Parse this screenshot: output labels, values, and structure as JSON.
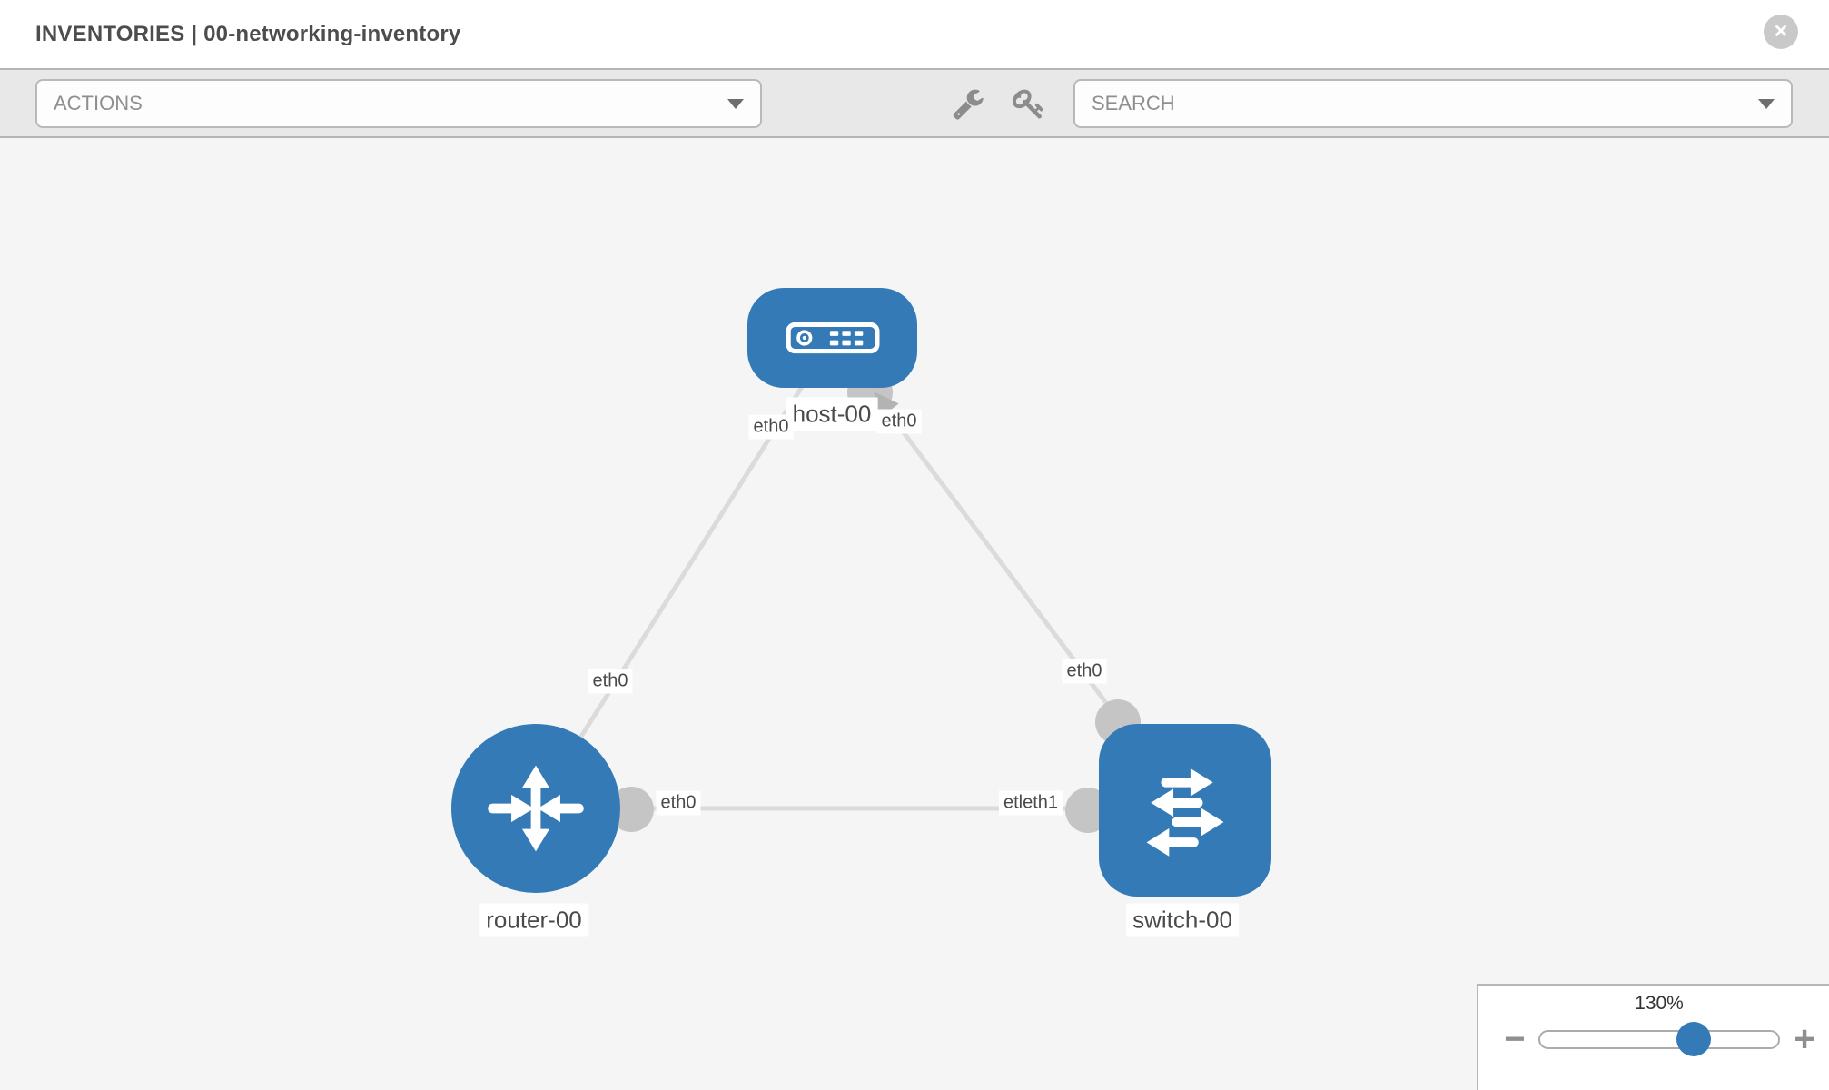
{
  "header": {
    "title": "INVENTORIES | 00-networking-inventory"
  },
  "toolbar": {
    "actions_placeholder": "ACTIONS",
    "search_placeholder": "SEARCH"
  },
  "icons": {
    "close_glyph": "✕"
  },
  "topology": {
    "nodes": [
      {
        "label": "host-00",
        "type": "host"
      },
      {
        "label": "router-00",
        "type": "router"
      },
      {
        "label": "switch-00",
        "type": "switch"
      }
    ],
    "interfaces": {
      "host_left": "eth0",
      "host_right": "eth0",
      "router_top": "eth0",
      "switch_top": "eth0",
      "router_right": "eth0",
      "switch_left": "etleth1"
    },
    "links": [
      {
        "from": "host-00",
        "to": "router-00"
      },
      {
        "from": "host-00",
        "to": "switch-00"
      },
      {
        "from": "router-00",
        "to": "switch-00"
      }
    ]
  },
  "zoom_panel": {
    "level": "130%",
    "minus_glyph": "−",
    "plus_glyph": "+"
  },
  "colors": {
    "node_blue": "#337ab7",
    "link_gray": "#dbdbdb",
    "port_gray": "#c5c5c5",
    "canvas_bg": "#f5f5f5",
    "toolbar_bg": "#e8e8e8"
  }
}
